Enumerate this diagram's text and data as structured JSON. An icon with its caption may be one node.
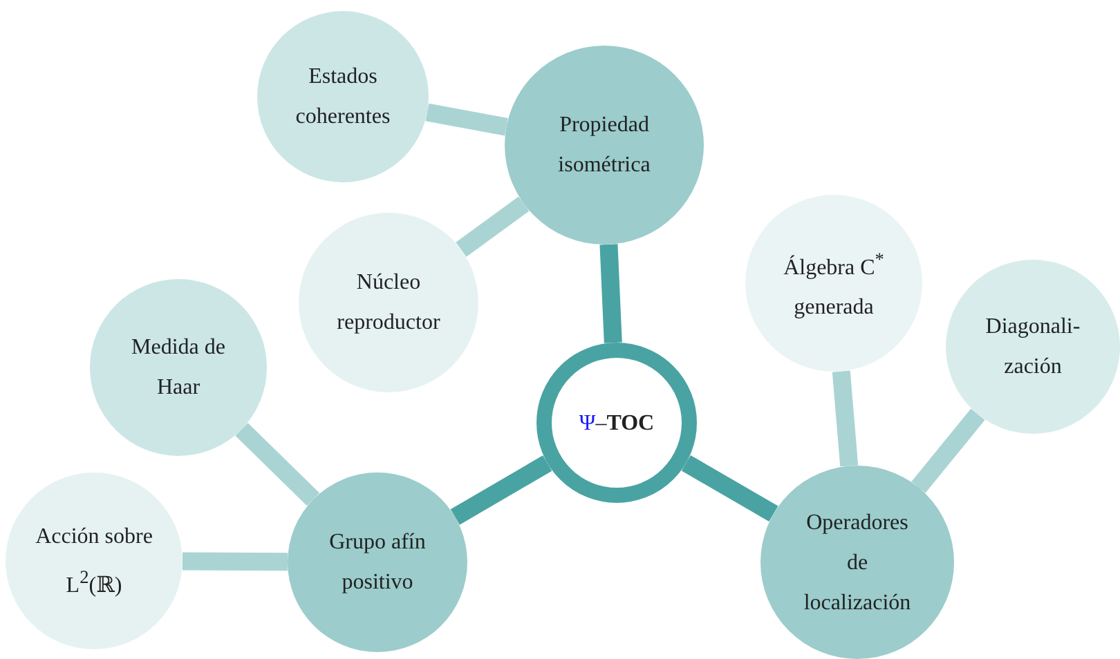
{
  "diagram": {
    "nodes": [
      {
        "text": [
          "Ψ–**TOC**"
        ]
      },
      {
        "text": [
          "Propiedad isométrica"
        ]
      },
      {
        "text": [
          "Estados coherentes"
        ]
      },
      {
        "text": [
          "Núcleo reproductor"
        ]
      },
      {
        "text": [
          "Grupo afín positivo"
        ]
      },
      {
        "text": [
          "Medida de Haar"
        ]
      },
      {
        "text": [
          "Acción sobre L$^{2}$(ℝ)"
        ]
      },
      {
        "text": [
          "Operadores de localización"
        ]
      },
      {
        "text": [
          "Álgebra C$^{*}$ generada"
        ]
      },
      {
        "text": [
          "Diagonali- zación"
        ]
      }
    ],
    "edges": [
      {
        "from": 0,
        "to": 1,
        "arrow": "none",
        "color": "#4aa3a3"
      },
      {
        "from": 1,
        "to": 2,
        "arrow": "none"
      },
      {
        "from": 1,
        "to": 3,
        "arrow": "none"
      },
      {
        "from": 0,
        "to": 4,
        "arrow": "none",
        "color": "#4aa3a3"
      },
      {
        "from": 4,
        "to": 5,
        "arrow": "none"
      },
      {
        "from": 4,
        "to": 6,
        "arrow": "none"
      },
      {
        "from": 0,
        "to": 7,
        "arrow": "none",
        "color": "#4aa3a3"
      },
      {
        "from": 7,
        "to": 8,
        "arrow": "none"
      },
      {
        "from": 7,
        "to": 9,
        "arrow": "none"
      }
    ]
  }
}
